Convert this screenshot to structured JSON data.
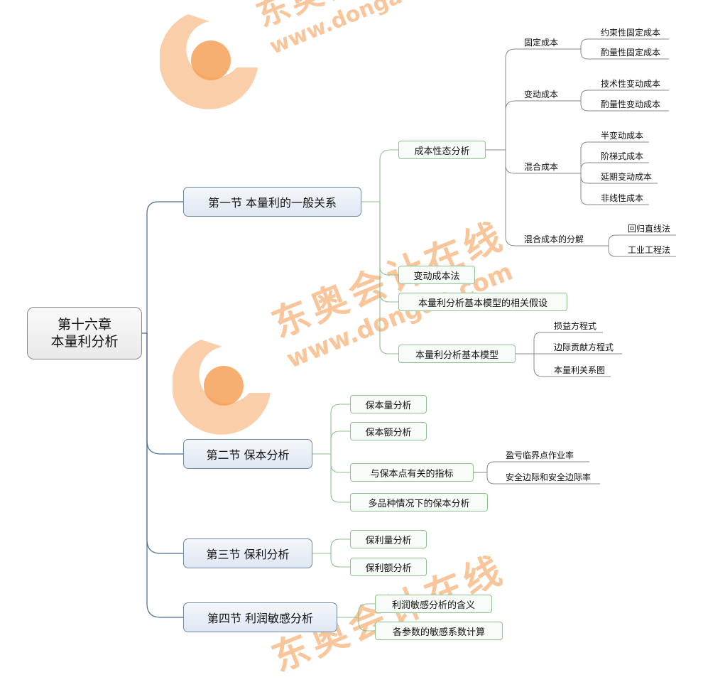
{
  "watermark": {
    "brand": "东奥会计在线",
    "url": "www.dongao.com",
    "color": "#f7a35c"
  },
  "root": {
    "line1": "第十六章",
    "line2": "本量利分析"
  },
  "sections": {
    "s1": {
      "label": "第一节 本量利的一般关系"
    },
    "s2": {
      "label": "第二节 保本分析"
    },
    "s3": {
      "label": "第三节 保利分析"
    },
    "s4": {
      "label": "第四节 利润敏感分析"
    }
  },
  "s1": {
    "cost_behavior": "成本性态分析",
    "fixed_cost": "固定成本",
    "committed_fixed": "约束性固定成本",
    "discretionary_fixed": "酌量性固定成本",
    "variable_cost": "变动成本",
    "technical_variable": "技术性变动成本",
    "discretionary_variable": "酌量性变动成本",
    "mixed_cost": "混合成本",
    "semi_variable": "半变动成本",
    "step_cost": "阶梯式成本",
    "delayed_variable": "延期变动成本",
    "nonlinear_cost": "非线性成本",
    "mixed_decomposition": "混合成本的分解",
    "regression": "回归直线法",
    "engineering": "工业工程法",
    "variable_costing": "变动成本法",
    "assumptions": "本量利分析基本模型的相关假设",
    "basic_model": "本量利分析基本模型",
    "pl_equation": "损益方程式",
    "margin_equation": "边际贡献方程式",
    "cvp_chart": "本量利关系图"
  },
  "s2": {
    "breakeven_volume": "保本量分析",
    "breakeven_amount": "保本额分析",
    "related_indicators": "与保本点有关的指标",
    "breakeven_rate": "盈亏临界点作业率",
    "safety_margin": "安全边际和安全边际率",
    "multi_product": "多品种情况下的保本分析"
  },
  "s3": {
    "profit_volume": "保利量分析",
    "profit_amount": "保利额分析"
  },
  "s4": {
    "meaning": "利润敏感分析的含义",
    "coefficient": "各参数的敏感系数计算"
  }
}
